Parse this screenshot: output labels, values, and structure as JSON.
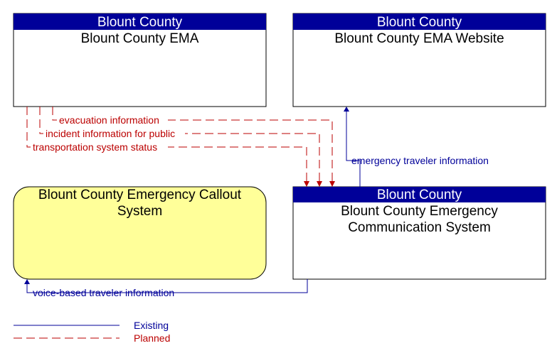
{
  "colors": {
    "header_bg": "#000099",
    "existing": "#000099",
    "planned": "#bb0000",
    "callout_fill": "#ffff99",
    "box_fill": "#ffffff"
  },
  "boxes": {
    "ema": {
      "header": "Blount County",
      "title": [
        "Blount County EMA"
      ]
    },
    "website": {
      "header": "Blount County",
      "title": [
        "Blount County EMA Website"
      ]
    },
    "callout": {
      "title": [
        "Blount County Emergency Callout",
        "System"
      ]
    },
    "ecs": {
      "header": "Blount County",
      "title": [
        "Blount County Emergency",
        "Communication System"
      ]
    }
  },
  "flows": {
    "evacuation": "evacuation information",
    "incident": "incident information for public",
    "transportation": "transportation system status",
    "emergency_traveler": "emergency traveler information",
    "voice_traveler": "voice-based traveler information"
  },
  "legend": {
    "existing": "Existing",
    "planned": "Planned"
  }
}
